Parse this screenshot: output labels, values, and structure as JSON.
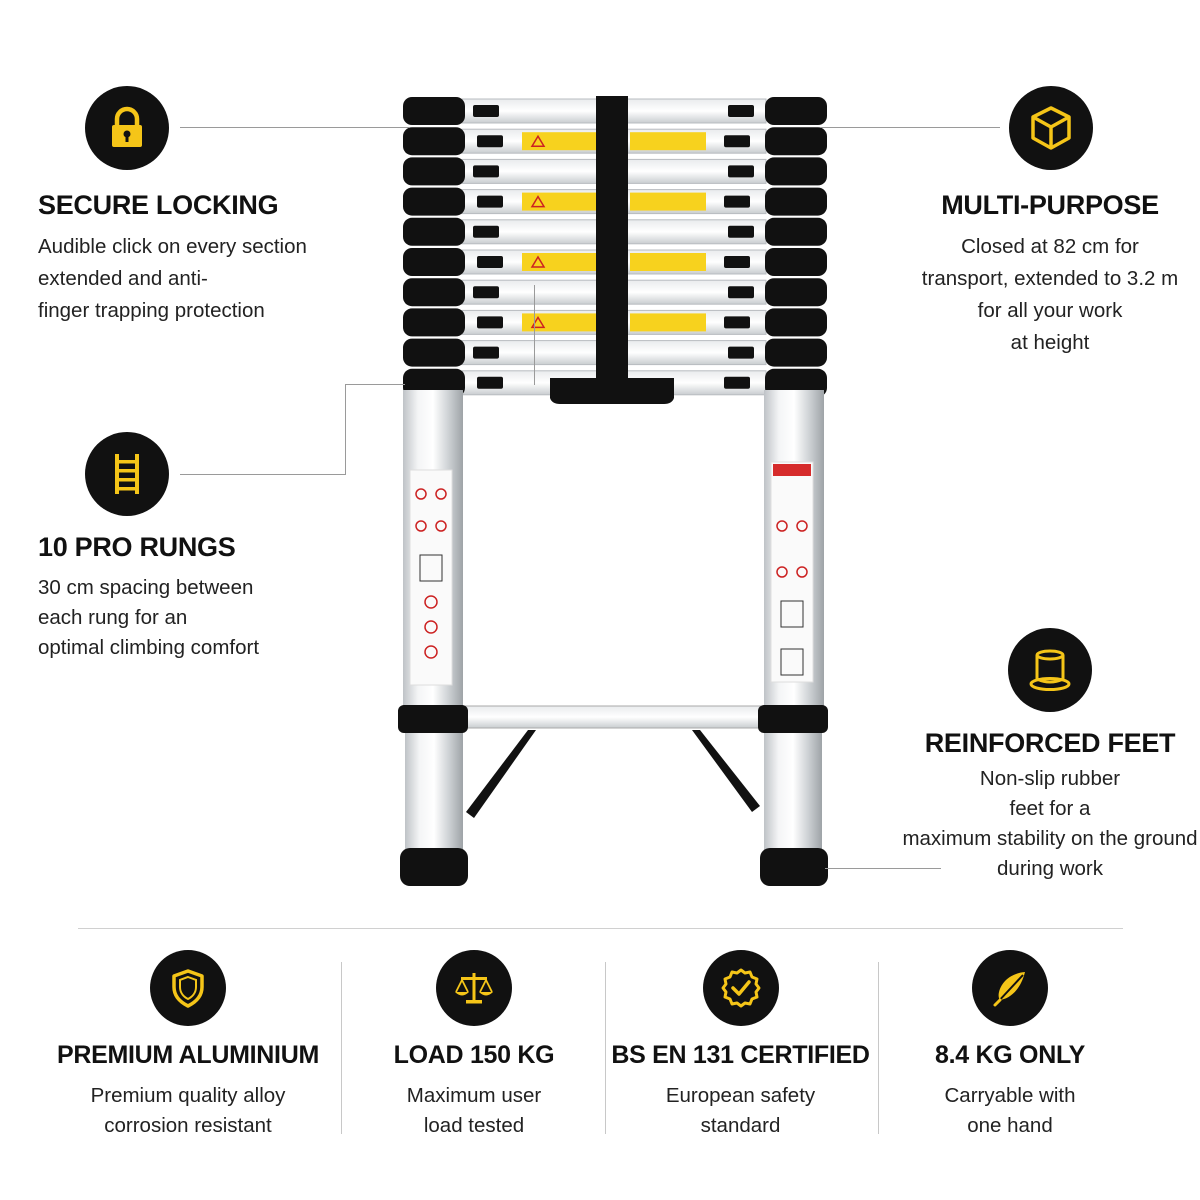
{
  "features": {
    "secure_locking": {
      "title": "SECURE LOCKING",
      "lines": [
        "Audible click on every section",
        "extended and anti-",
        "finger trapping protection"
      ],
      "icon": "lock-icon"
    },
    "pro_rungs": {
      "title": "10 PRO RUNGS",
      "lines": [
        "30 cm spacing between",
        "each rung for an",
        "optimal climbing comfort"
      ],
      "icon": "ladder-icon"
    },
    "multi_purpose": {
      "title": "MULTI-PURPOSE",
      "lines": [
        "Closed at 82 cm for",
        "transport, extended to 3.2 m",
        "for all your work",
        "at height"
      ],
      "icon": "cube-icon"
    },
    "reinforced_feet": {
      "title": "REINFORCED FEET",
      "lines": [
        "Non-slip rubber",
        "feet for a",
        "maximum stability on the ground",
        "during work"
      ],
      "icon": "foot-cap-icon"
    }
  },
  "bottom": [
    {
      "title": "PREMIUM ALUMINIUM",
      "lines": [
        "Premium quality alloy",
        "corrosion resistant"
      ],
      "icon": "shield-icon"
    },
    {
      "title": "LOAD 150 KG",
      "lines": [
        "Maximum user",
        "load tested"
      ],
      "icon": "scale-icon"
    },
    {
      "title": "BS EN 131 CERTIFIED",
      "lines": [
        "European safety",
        "standard"
      ],
      "icon": "check-badge-icon"
    },
    {
      "title": "8.4 KG ONLY",
      "lines": [
        "Carryable with",
        "one hand"
      ],
      "icon": "feather-icon"
    }
  ],
  "colors": {
    "accent": "#f5c518",
    "icon_bg": "#111111",
    "label_yellow": "#f7d21e"
  }
}
